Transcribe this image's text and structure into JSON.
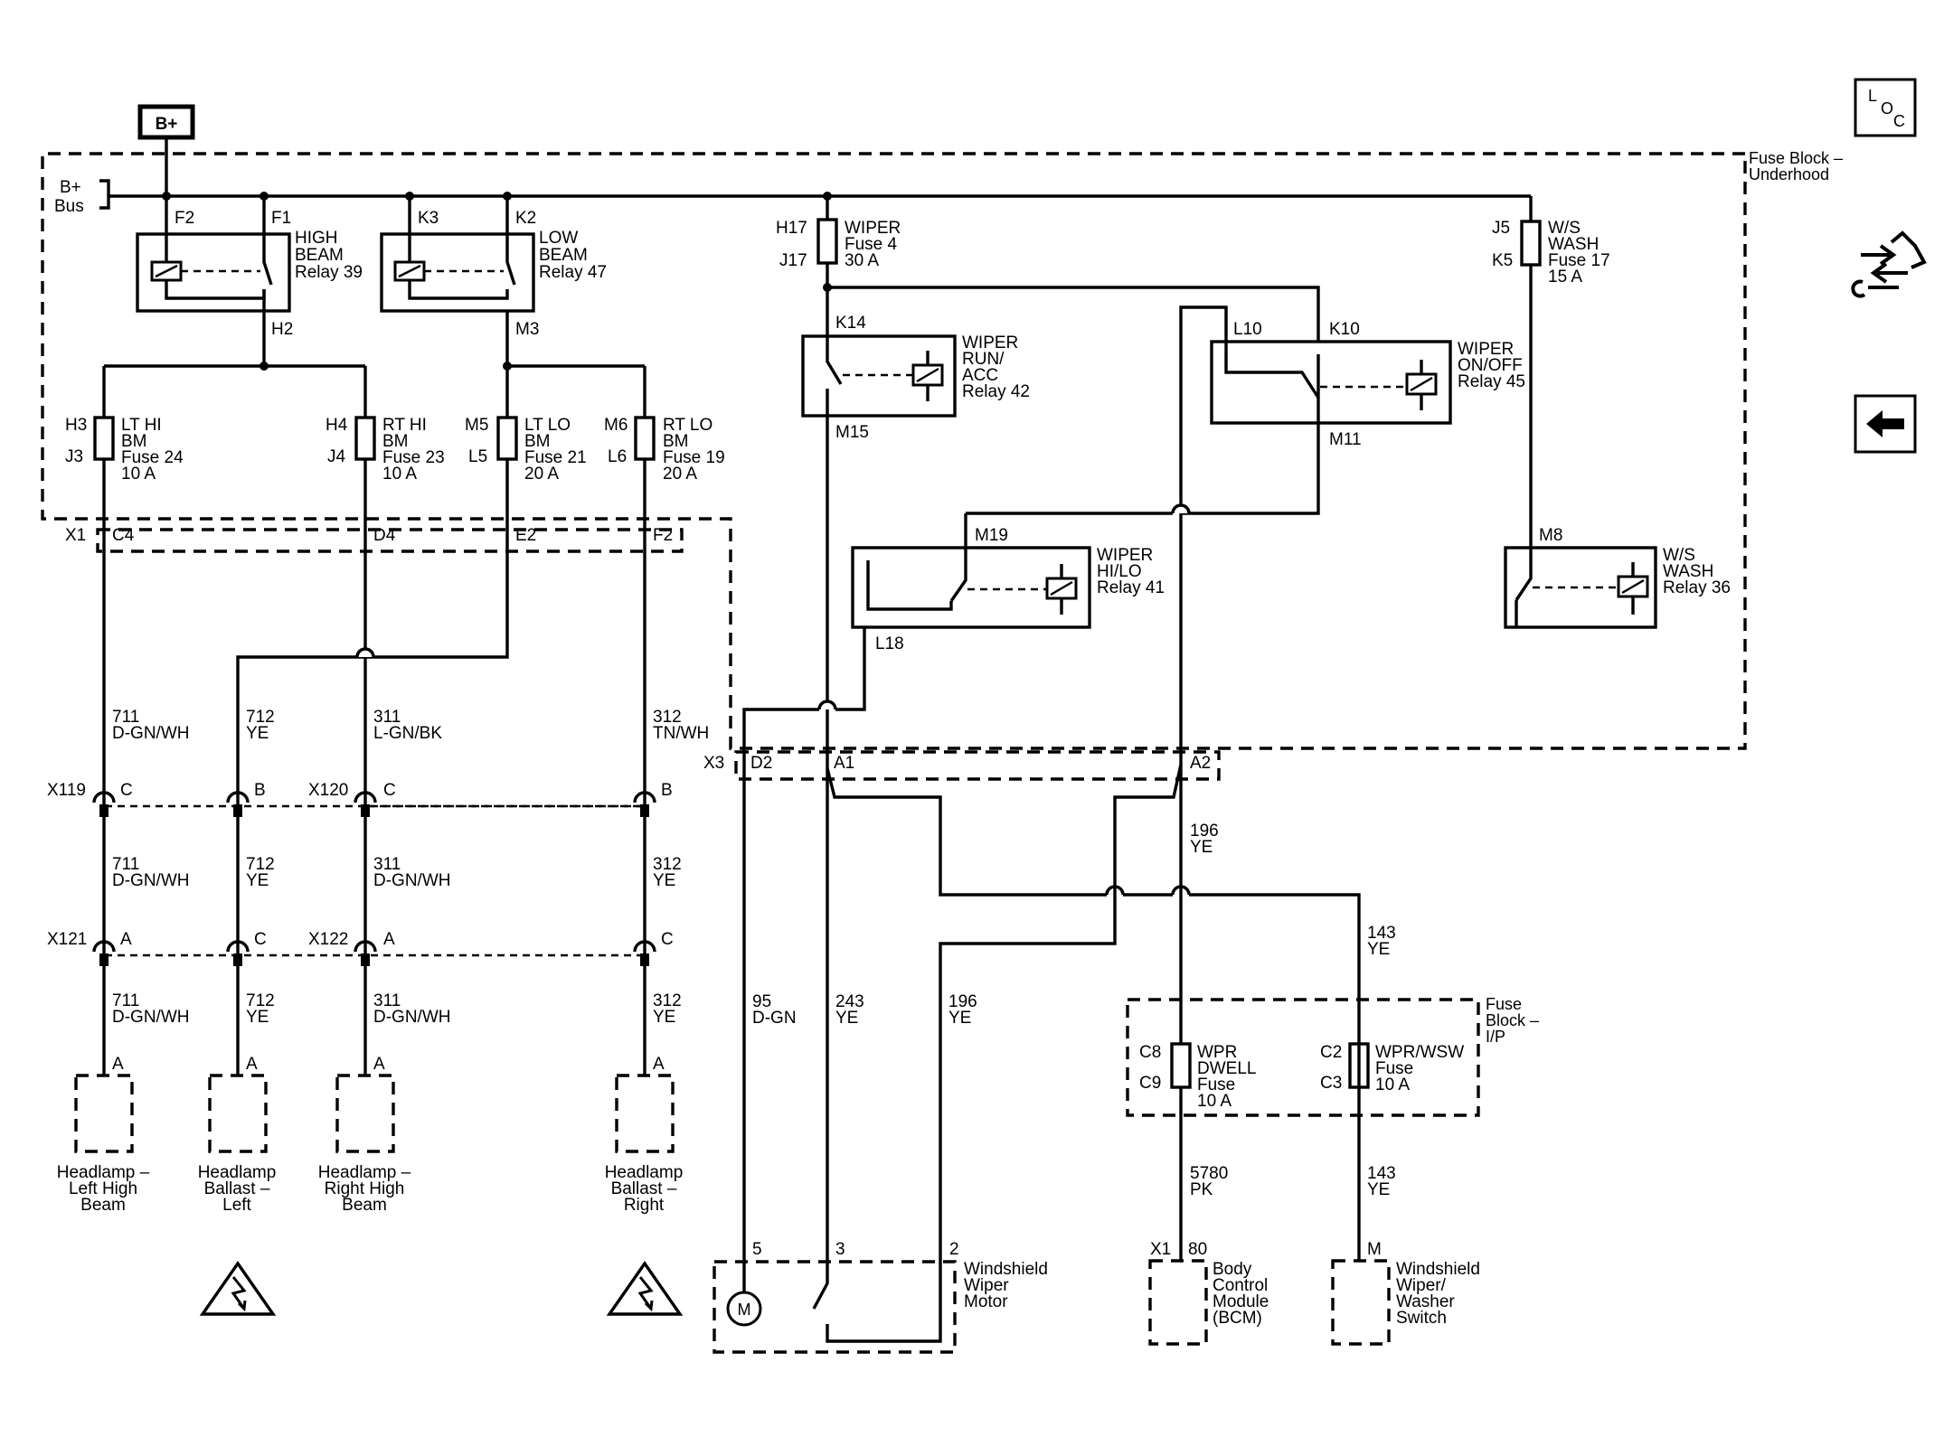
{
  "power": {
    "source": "B+",
    "bus": [
      "B+",
      "Bus"
    ]
  },
  "fuse_blocks": {
    "underhood": [
      "Fuse Block –",
      "Underhood"
    ],
    "ip": [
      "Fuse",
      "Block –",
      "I/P"
    ]
  },
  "relays": {
    "high_beam": {
      "lines": [
        "HIGH",
        "BEAM",
        "Relay 39"
      ],
      "pin_in": "F2",
      "pin_coil": "F1",
      "pin_out": "H2"
    },
    "low_beam": {
      "lines": [
        "LOW",
        "BEAM",
        "Relay 47"
      ],
      "pin_in": "K3",
      "pin_coil": "K2",
      "pin_out": "M3"
    },
    "wiper_run": {
      "lines": [
        "WIPER",
        "RUN/",
        "ACC",
        "Relay 42"
      ],
      "pin_in": "K14",
      "pin_out": "M15"
    },
    "wiper_onoff": {
      "lines": [
        "WIPER",
        "ON/OFF",
        "Relay 45"
      ],
      "pin_a": "L10",
      "pin_b": "K10",
      "pin_c": "M11"
    },
    "wiper_hilo": {
      "lines": [
        "WIPER",
        "HI/LO",
        "Relay 41"
      ],
      "pin_in": "M19",
      "pin_out": "L18"
    },
    "ws_wash": {
      "lines": [
        "W/S",
        "WASH",
        "Relay 36"
      ],
      "pin_in": "M8"
    }
  },
  "fuses": {
    "lt_hi": {
      "pins": [
        "H3",
        "J3"
      ],
      "lines": [
        "LT HI",
        "BM",
        "Fuse 24",
        "10 A"
      ]
    },
    "rt_hi": {
      "pins": [
        "H4",
        "J4"
      ],
      "lines": [
        "RT HI",
        "BM",
        "Fuse 23",
        "10 A"
      ]
    },
    "lt_lo": {
      "pins": [
        "M5",
        "L5"
      ],
      "lines": [
        "LT LO",
        "BM",
        "Fuse 21",
        "20 A"
      ]
    },
    "rt_lo": {
      "pins": [
        "M6",
        "L6"
      ],
      "lines": [
        "RT LO",
        "BM",
        "Fuse 19",
        "20 A"
      ]
    },
    "wiper": {
      "pins": [
        "H17",
        "J17"
      ],
      "lines": [
        "WIPER",
        "Fuse 4",
        "30 A"
      ]
    },
    "ws_wash": {
      "pins": [
        "J5",
        "K5"
      ],
      "lines": [
        "W/S",
        "WASH",
        "Fuse 17",
        "15 A"
      ]
    },
    "wpr_dwell": {
      "pins": [
        "C8",
        "C9"
      ],
      "lines": [
        "WPR",
        "DWELL",
        "Fuse",
        "10 A"
      ]
    },
    "wpr_wsw": {
      "pins": [
        "C2",
        "C3"
      ],
      "lines": [
        "WPR/WSW",
        "Fuse",
        "10 A"
      ]
    }
  },
  "connectors": {
    "x1": {
      "name": "X1",
      "pins": [
        "C4",
        "D4",
        "E2",
        "F2"
      ]
    },
    "x3": {
      "name": "X3",
      "pins": [
        "D2",
        "A1",
        "A2"
      ]
    },
    "x119": {
      "name": "X119",
      "pins": [
        "C",
        "B"
      ]
    },
    "x120": {
      "name": "X120",
      "pins": [
        "C",
        "B"
      ]
    },
    "x121": {
      "name": "X121",
      "pins": [
        "A",
        "C"
      ]
    },
    "x122": {
      "name": "X122",
      "pins": [
        "A",
        "C"
      ]
    }
  },
  "wires": {
    "w711": [
      "711",
      "D-GN/WH"
    ],
    "w712": [
      "712",
      "YE"
    ],
    "w311a": [
      "311",
      "L-GN/BK"
    ],
    "w311b": [
      "311",
      "D-GN/WH"
    ],
    "w312a": [
      "312",
      "TN/WH"
    ],
    "w312b": [
      "312",
      "YE"
    ],
    "w196": [
      "196",
      "YE"
    ],
    "w143": [
      "143",
      "YE"
    ],
    "w95": [
      "95",
      "D-GN"
    ],
    "w243": [
      "243",
      "YE"
    ],
    "w5780": [
      "5780",
      "PK"
    ]
  },
  "components": {
    "hl_left_high": {
      "pin": "A",
      "lines": [
        "Headlamp –",
        "Left High",
        "Beam"
      ]
    },
    "ballast_left": {
      "pin": "A",
      "lines": [
        "Headlamp",
        "Ballast –",
        "Left"
      ]
    },
    "hl_right_high": {
      "pin": "A",
      "lines": [
        "Headlamp –",
        "Right High",
        "Beam"
      ]
    },
    "ballast_right": {
      "pin": "A",
      "lines": [
        "Headlamp",
        "Ballast –",
        "Right"
      ]
    },
    "wiper_motor": {
      "pins": [
        "5",
        "3",
        "2"
      ],
      "lines": [
        "Windshield",
        "Wiper",
        "Motor"
      ],
      "motor_symbol": "M"
    },
    "bcm": {
      "connector": "X1",
      "pin": "80",
      "lines": [
        "Body",
        "Control",
        "Module",
        "(BCM)"
      ]
    },
    "wiper_switch": {
      "pin": "M",
      "lines": [
        "Windshield",
        "Wiper/",
        "Washer",
        "Switch"
      ]
    }
  },
  "nav": {
    "loc": [
      "L",
      "O",
      "C"
    ]
  }
}
